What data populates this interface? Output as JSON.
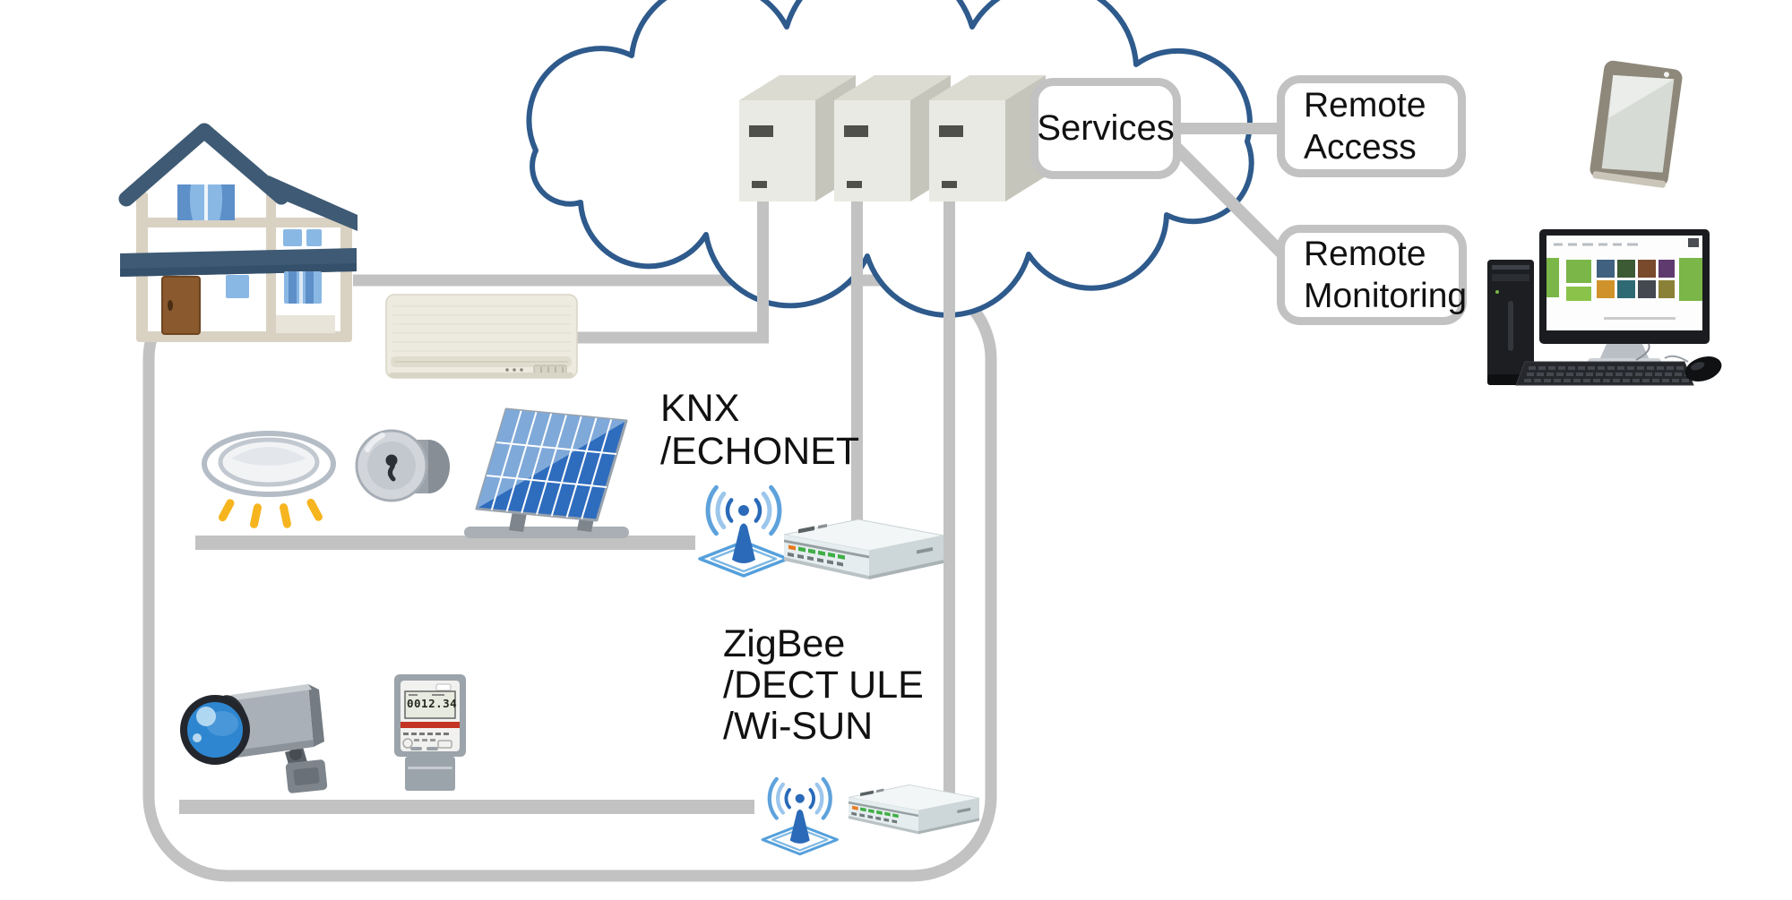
{
  "boxes": {
    "services": {
      "label": "Services"
    },
    "remote_access": {
      "lines": [
        "Remote",
        "Access"
      ]
    },
    "remote_monitoring": {
      "lines": [
        "Remote",
        "Monitoring"
      ]
    }
  },
  "labels": {
    "upper_protocols": {
      "lines": [
        "KNX",
        "/ECHONET"
      ]
    },
    "lower_protocols": {
      "lines": [
        "ZigBee",
        "/DECT ULE",
        "/Wi-SUN"
      ]
    }
  },
  "smart_meter": {
    "display": "0012.34"
  },
  "colors": {
    "connector_gray": "#c2c2c2",
    "cloud_outline_blue": "#2e5a8c",
    "label_text": "#111111",
    "antenna_blue": "#2a6ab8",
    "roof_blue": "#3e5a74",
    "solar_blue": "#2e6cbe",
    "led_green": "#3fae45",
    "led_orange": "#e87a20"
  }
}
